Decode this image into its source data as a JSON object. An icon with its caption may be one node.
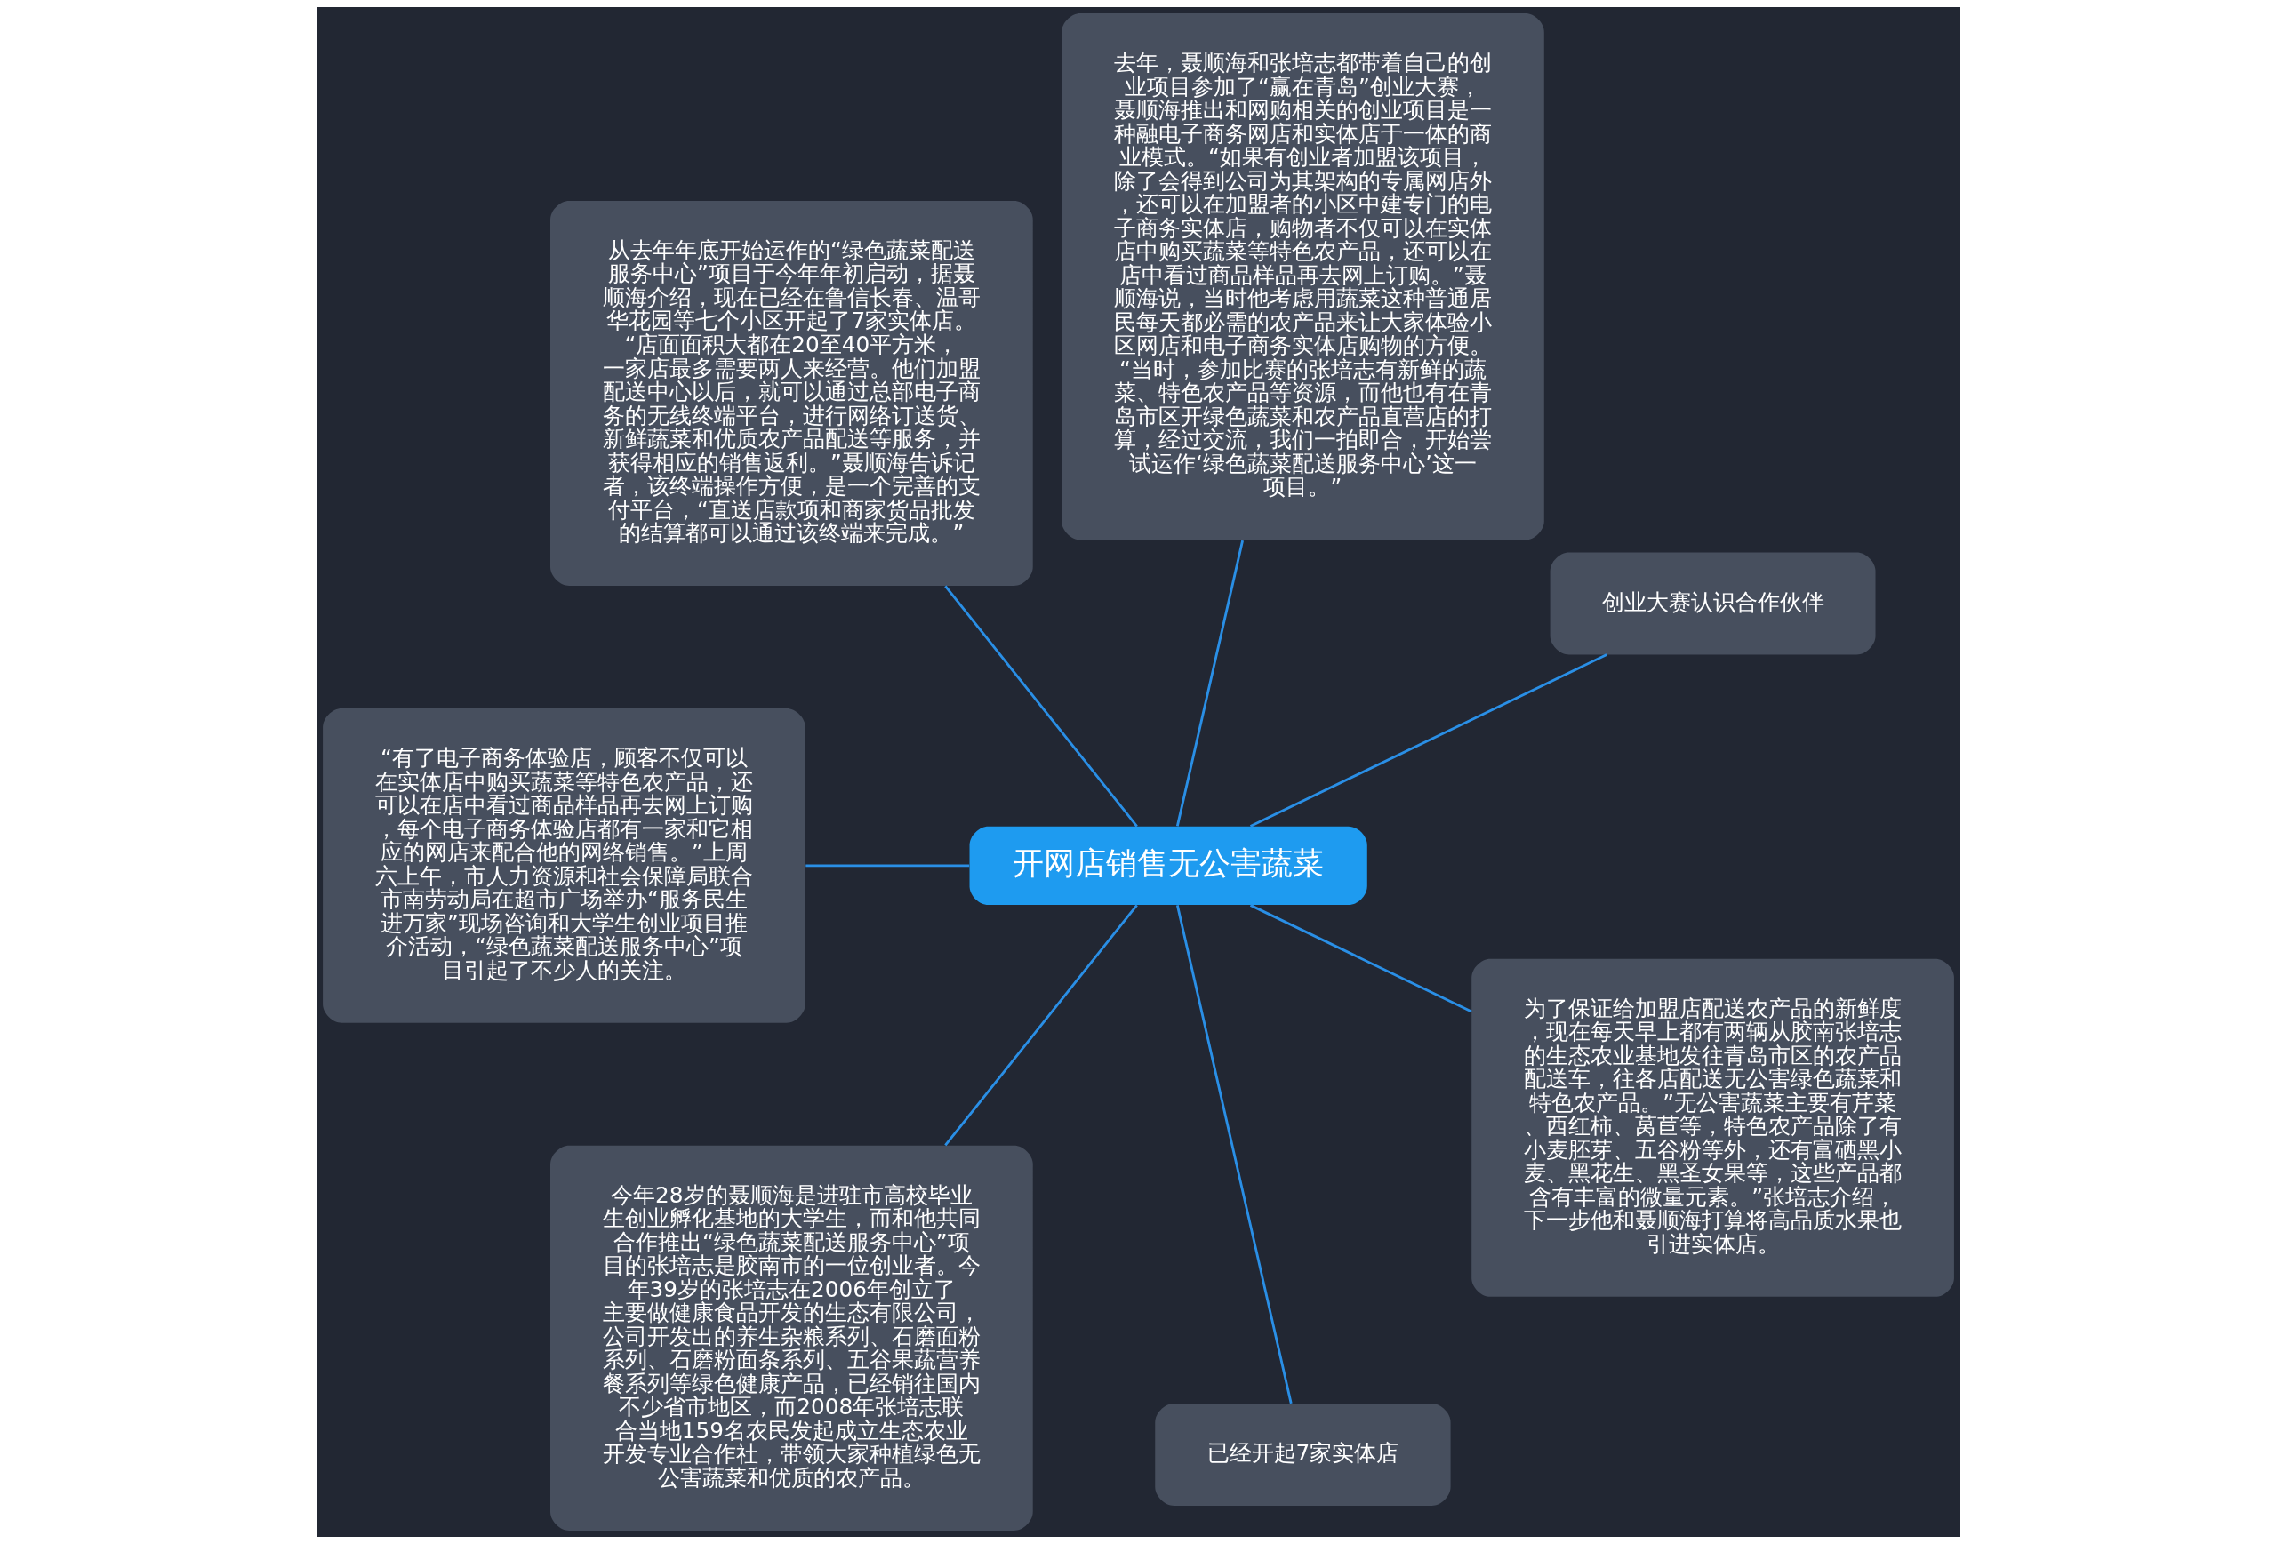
{
  "diagram": {
    "nodes": [
      {
        "text": [
          "开网店销售无公害蔬菜"
        ]
      },
      {
        "text": [
          "创业大赛认识合作伙伴"
        ]
      },
      {
        "text": [
          "去年，聂顺海和张培志都带着自己的创业项目参加了“赢在青岛”创业大赛，聂顺海推出和网购相关的创业项目是一种融电子商务网店和实体店于一体的商业模式。“如果有创业者加盟该项目，除了会得到公司为其架构的专属网店外，还可以在加盟者的小区中建专门的电子商务实体店，购物者不仅可以在实体店中购买蔬菜等特色农产品，还可以在店中看过商品样品再去网上订购。”聂顺海说，当时他考虑用蔬菜这种普通居民每天都必需的农产品来让大家体验小区网店和电子商务实体店购物的方便。“当时，参加比赛的张培志有新鲜的蔬菜、特色农产品等资源，而他也有在青岛市区开绿色蔬菜和农产品直营店的打算，经过交流，我们一拍即合，开始尝试运作‘绿色蔬菜配送服务中心’这一项目。”"
        ]
      },
      {
        "text": [
          "从去年年底开始运作的“绿色蔬菜配送服务中心”项目于今年年初启动，据聂顺海介绍，现在已经在鲁信长春、温哥华花园等七个小区开起了7家实体店。“店面面积大都在20至40平方米，一家店最多需要两人来经营。他们加盟配送中心以后，就可以通过总部电子商务的无线终端平台，进行网络订送货、新鲜蔬菜和优质农产品配送等服务，并获得相应的销售返利。”聂顺海告诉记者，该终端操作方便，是一个完善的支付平台，“直送店款项和商家货品批发的结算都可以通过该终端来完成。”"
        ]
      },
      {
        "text": [
          "“有了电子商务体验店，顾客不仅可以在实体店中购买蔬菜等特色农产品，还可以在店中看过商品样品再去网上订购，每个电子商务体验店都有一家和它相应的网店来配合他的网络销售。”上周六上午，市人力资源和社会保障局联合市南劳动局在超市广场举办“服务民生进万家”现场咨询和大学生创业项目推介活动，“绿色蔬菜配送服务中心”项目引起了不少人的关注。"
        ]
      },
      {
        "text": [
          "今年28岁的聂顺海是进驻市高校毕业生创业孵化基地的大学生，而和他共同合作推出“绿色蔬菜配送服务中心”项目的张培志是胶南市的一位创业者。今年39岁的张培志在2006年创立了主要做健康食品开发的生态有限公司，公司开发出的养生杂粮系列、石磨面粉系列、石磨粉面条系列、五谷果蔬营养餐系列等绿色健康产品，已经销往国内不少省市地区，而2008年张培志联合当地159名农民发起成立生态农业开发专业合作社，带领大家种植绿色无公害蔬菜和优质的农产品。"
        ]
      },
      {
        "text": [
          "已经开起7家实体店"
        ]
      },
      {
        "text": [
          "为了保证给加盟店配送农产品的新鲜度，现在每天早上都有两辆从胶南张培志的生态农业基地发往青岛市区的农产品配送车，往各店配送无公害绿色蔬菜和特色农产品。”无公害蔬菜主要有芹菜、西红柿、莴苣等，特色农产品除了有小麦胚芽、五谷粉等外，还有富硒黑小麦、黑花生、黑圣女果等，这些产品都含有丰富的微量元素。”张培志介绍，下一步他和聂顺海打算将高品质水果也引进实体店。"
        ]
      }
    ],
    "edges": [
      {
        "from": 0,
        "to": 1,
        "arrow": "none"
      },
      {
        "from": 0,
        "to": 2,
        "arrow": "none"
      },
      {
        "from": 0,
        "to": 3,
        "arrow": "none"
      },
      {
        "from": 0,
        "to": 4,
        "arrow": "none"
      },
      {
        "from": 0,
        "to": 5,
        "arrow": "none"
      },
      {
        "from": 0,
        "to": 6,
        "arrow": "none"
      },
      {
        "from": 0,
        "to": 7,
        "arrow": "none"
      }
    ]
  }
}
